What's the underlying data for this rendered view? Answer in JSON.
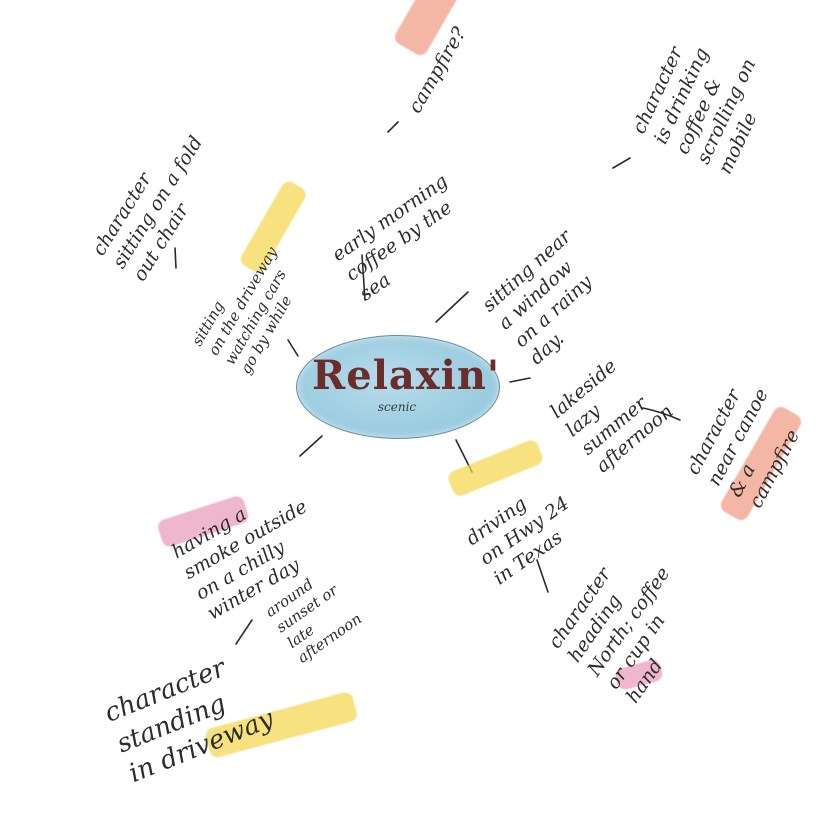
{
  "center": {
    "title": "Relaxin'",
    "subtitle": "scenic"
  },
  "branches": [
    {
      "id": "coffee-sea",
      "text": "early morning\ncoffee by the\nsea"
    },
    {
      "id": "window",
      "text": "sitting near\na window\non a rainy\nday."
    },
    {
      "id": "lakeside",
      "text": "lakeside\nlazy\nsummer\nafternoon"
    },
    {
      "id": "driving",
      "text": "driving\non Hwy 24\nin Texas"
    },
    {
      "id": "smoke",
      "text": "having a\nsmoke outside\non a chilly\nwinter day"
    },
    {
      "id": "sunset",
      "text": "around\nsunset or\nlate\nafternoon"
    },
    {
      "id": "driveway",
      "text": "sitting\non the driveway\nwatching cars\ngo by while"
    }
  ],
  "leaves": [
    {
      "id": "campfire-top",
      "text": "campfire?"
    },
    {
      "id": "drinking-coffee",
      "text": "character\nis drinking\ncoffee &\nscrolling on\nmobile"
    },
    {
      "id": "folding-chair",
      "text": "character\nsitting on a fold\nout chair"
    },
    {
      "id": "canoe",
      "text": "character\nnear canoe\n& a\ncampfire"
    },
    {
      "id": "heading-north",
      "text": "character\nheading\nNorth; coffee\nor cup in\nhand"
    },
    {
      "id": "standing-driveway",
      "text": "character\nstanding\nin driveway"
    }
  ],
  "highlight_colors": {
    "yellow": "#f4d64a",
    "pink": "#e99ab8",
    "orange": "#f19a7f",
    "bubble": "#9ccde0",
    "title": "#6b2c2c"
  }
}
